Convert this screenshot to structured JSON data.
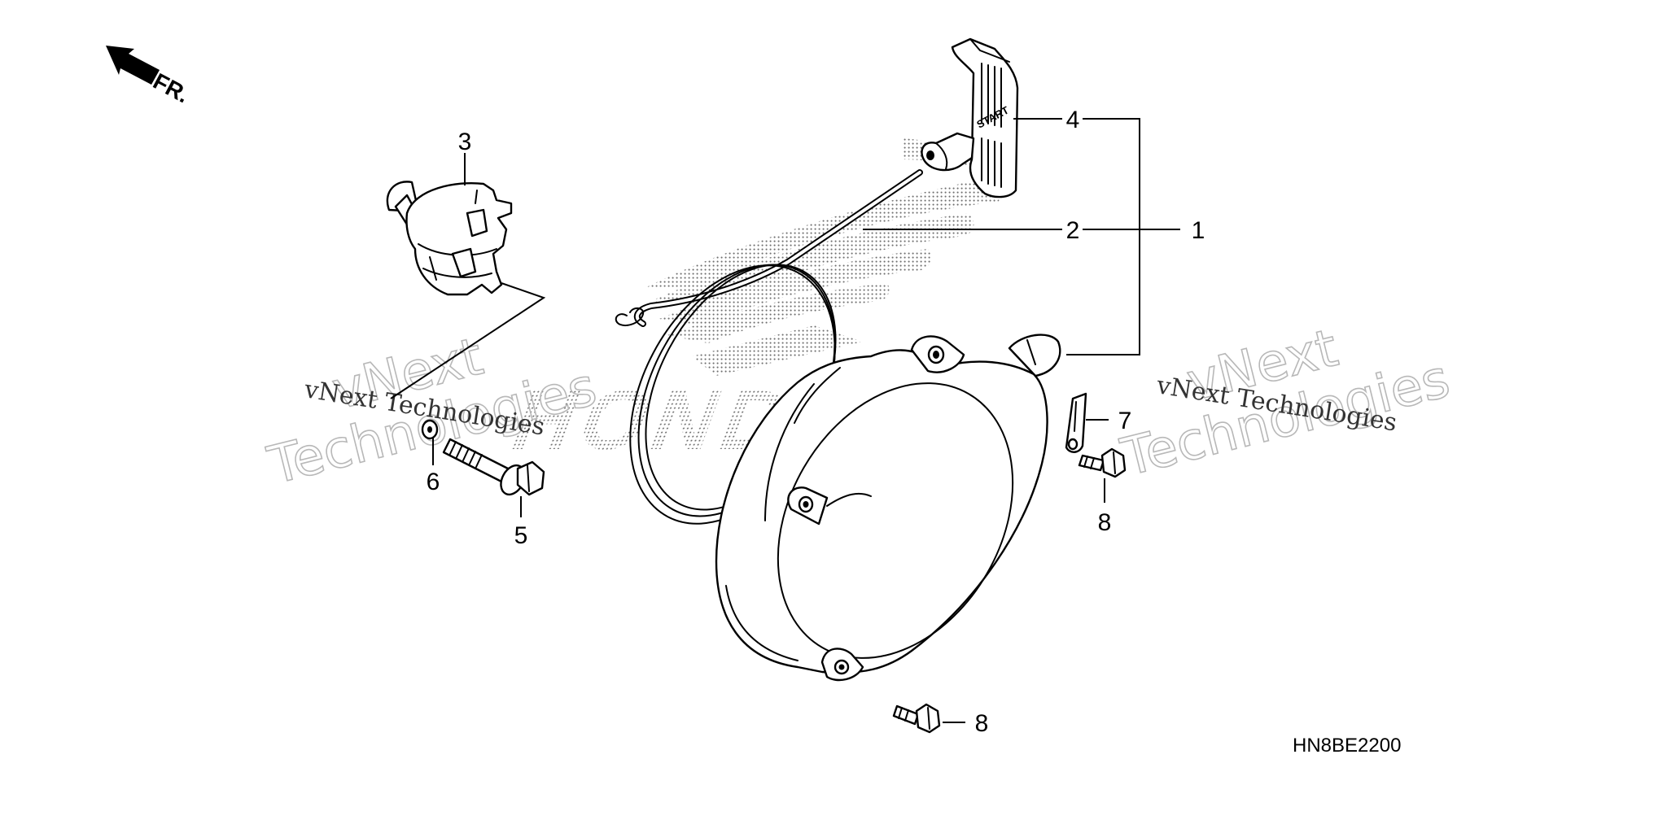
{
  "diagram": {
    "orientation_label": "FR.",
    "diagram_code": "HN8BE2200",
    "watermark": {
      "line": "vNext Technologies",
      "top": "vNext",
      "bottom": "Technologies"
    },
    "callouts": [
      "1",
      "2",
      "3",
      "4",
      "5",
      "6",
      "7",
      "8",
      "8"
    ],
    "handle_text": "START",
    "logo_text": "HONDA"
  }
}
